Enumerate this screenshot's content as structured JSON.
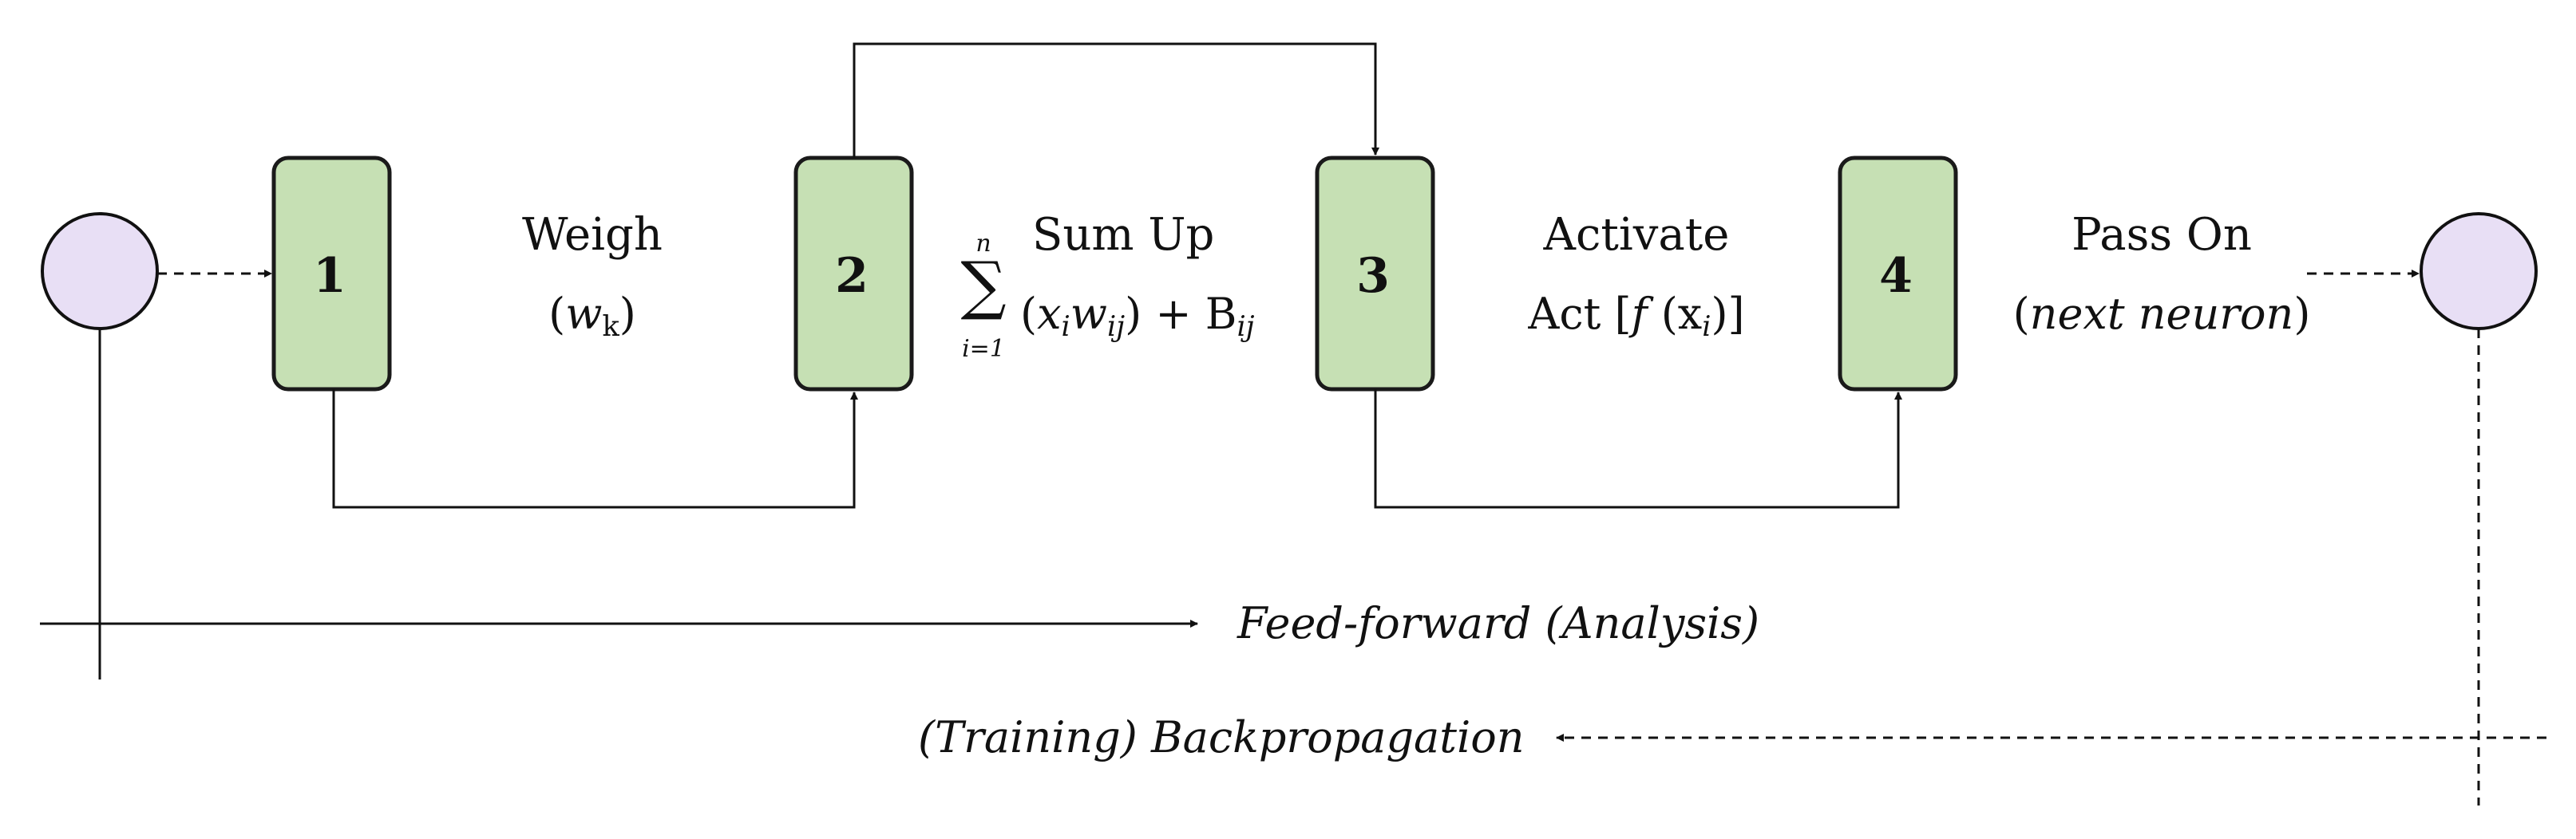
{
  "steps": [
    {
      "number": "1",
      "title": "Weigh",
      "formula_var": "w",
      "formula_sub": "k"
    },
    {
      "number": "2",
      "title": "Sum Up",
      "sum_upper": "n",
      "sum_lower": "i=1",
      "term_x": "x",
      "term_x_sub": "i",
      "term_w": "w",
      "term_w_sub": "ij",
      "plus_b": "+ B",
      "b_sub": "ij"
    },
    {
      "number": "3",
      "title": "Activate",
      "act_prefix": "Act [",
      "act_f": "f",
      "act_open": " (x",
      "act_sub": "i",
      "act_close": ")]"
    },
    {
      "number": "4",
      "title": "Pass On",
      "note_open": "(",
      "note": "next neuron",
      "note_close": ")"
    }
  ],
  "flows": {
    "feed_forward": "Feed-forward (Analysis)",
    "backpropagation": "(Training) Backpropagation"
  },
  "colors": {
    "box_fill": "#c6e0b4",
    "box_stroke": "#1a1a1a",
    "neuron_fill": "#e8dff5",
    "line": "#111111"
  },
  "icons": {
    "input_node": "circle",
    "output_node": "circle",
    "arrowhead": "triangle"
  }
}
